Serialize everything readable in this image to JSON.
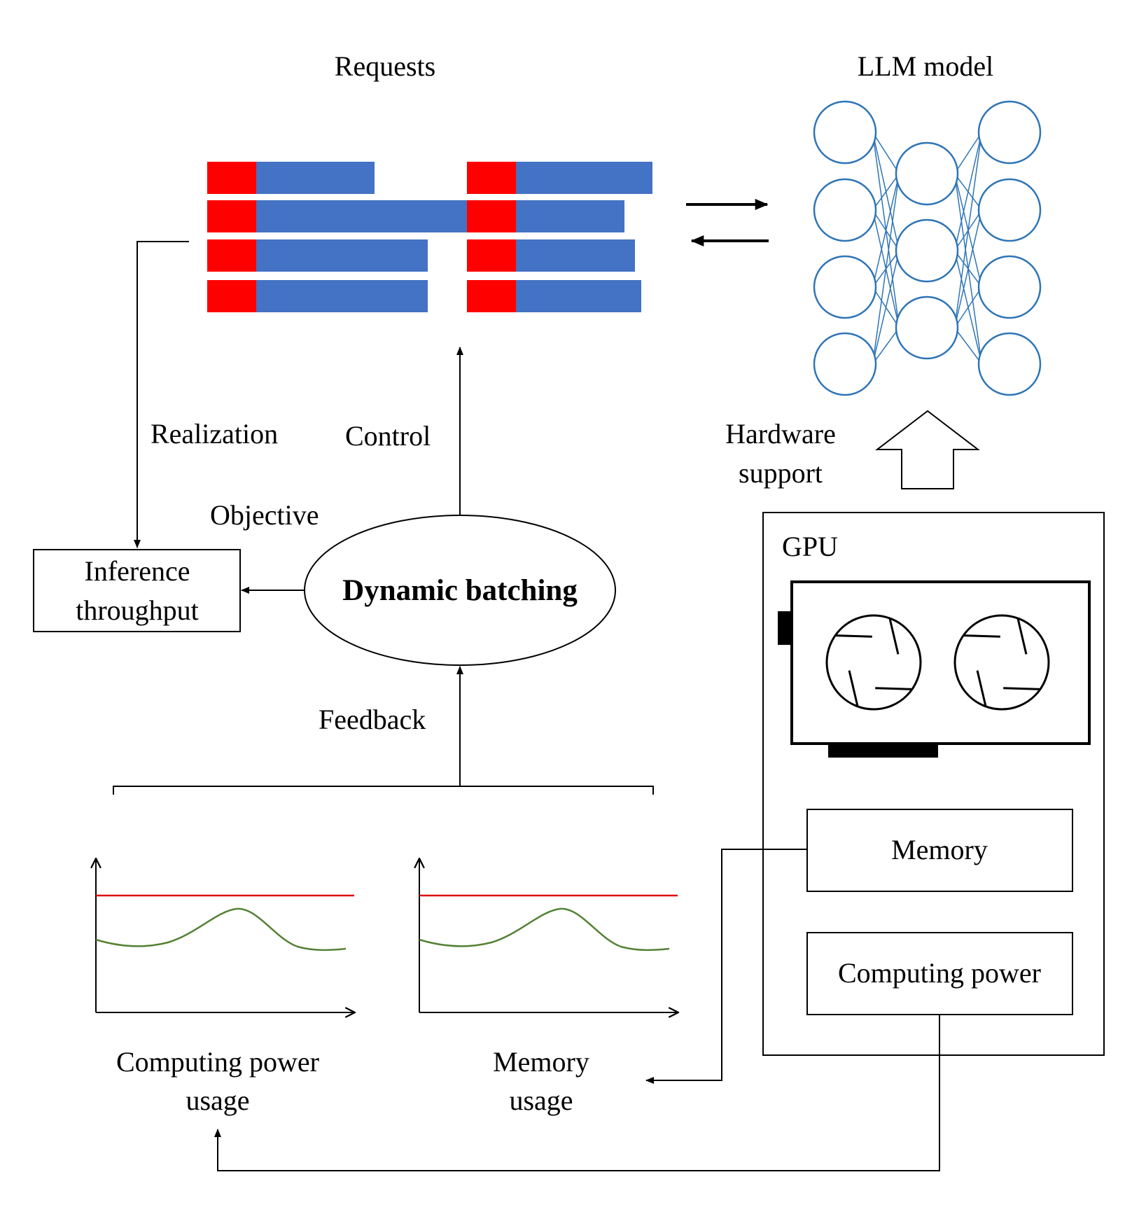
{
  "labels": {
    "requests": "Requests",
    "llm_model": "LLM model",
    "realization": "Realization",
    "control": "Control",
    "objective": "Objective",
    "hardware_support_line1": "Hardware",
    "hardware_support_line2": "support",
    "gpu": "GPU",
    "inference_line1": "Inference",
    "inference_line2": "throughput",
    "dynamic_batching": "Dynamic batching",
    "feedback": "Feedback",
    "memory": "Memory",
    "computing_power": "Computing power",
    "computing_usage_line1": "Computing power",
    "computing_usage_line2": "usage",
    "memory_usage_line1": "Memory",
    "memory_usage_line2": "usage"
  },
  "colors": {
    "prompt_red": "#ff0000",
    "token_blue": "#4472c4",
    "network_blue": "#2e75b6",
    "limit_red": "#e01010",
    "usage_green": "#548235"
  }
}
